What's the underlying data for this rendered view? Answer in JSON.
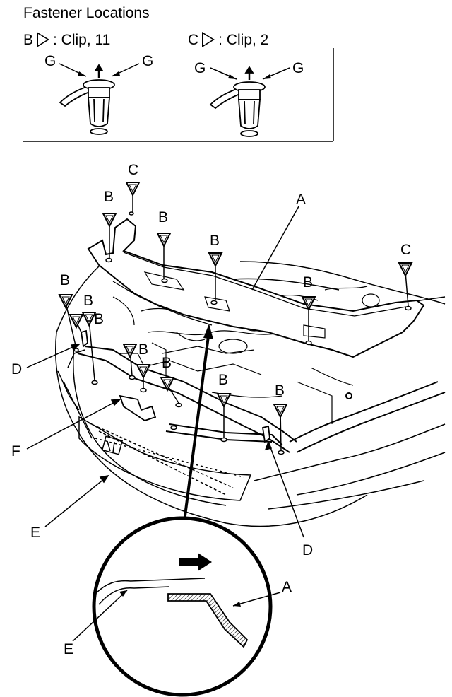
{
  "header": {
    "title": "Fastener Locations"
  },
  "legend": [
    {
      "letter": "B",
      "text": ": Clip, 11"
    },
    {
      "letter": "C",
      "text": ": Clip, 2"
    }
  ],
  "legend_inset_labels": [
    "G",
    "G",
    "G",
    "G"
  ],
  "callouts": {
    "A": "A",
    "B": "B",
    "C": "C",
    "D": "D",
    "E": "E",
    "F": "F"
  }
}
